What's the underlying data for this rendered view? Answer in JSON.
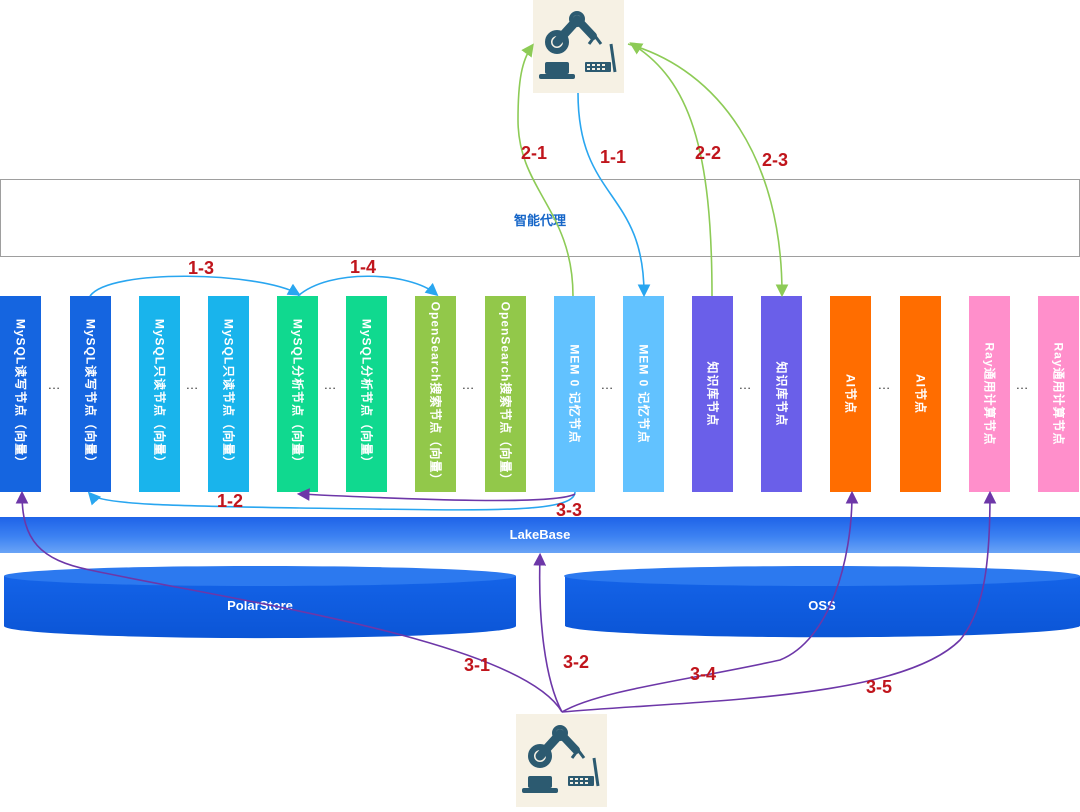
{
  "agent": {
    "label": "智能代理"
  },
  "nodes": [
    {
      "label": "MySQL读写节点（向量）",
      "color": "#1565e0"
    },
    {
      "label": "MySQL读写节点（向量）",
      "color": "#1565e0"
    },
    {
      "label": "MySQL只读节点（向量）",
      "color": "#19b4ec"
    },
    {
      "label": "MySQL只读节点（向量）",
      "color": "#19b4ec"
    },
    {
      "label": "MySQL分析节点（向量）",
      "color": "#10d98f"
    },
    {
      "label": "MySQL分析节点（向量）",
      "color": "#10d98f"
    },
    {
      "label": "OpenSearch搜索节点（向量）",
      "color": "#92c84a"
    },
    {
      "label": "OpenSearch搜索节点（向量）",
      "color": "#92c84a"
    },
    {
      "label": "MEM 0 记忆节点",
      "color": "#62c2ff"
    },
    {
      "label": "MEM 0 记忆节点",
      "color": "#62c2ff"
    },
    {
      "label": "知识库节点",
      "color": "#6a5fe9"
    },
    {
      "label": "知识库节点",
      "color": "#6a5fe9"
    },
    {
      "label": "AI节点",
      "color": "#ff6d00"
    },
    {
      "label": "AI节点",
      "color": "#ff6d00"
    },
    {
      "label": "Ray通用计算节点",
      "color": "#ff8fcb"
    },
    {
      "label": "Ray通用计算节点",
      "color": "#ff8fcb"
    }
  ],
  "ellipsis": "…",
  "lakebase": {
    "label": "LakeBase"
  },
  "storage": [
    {
      "label": "PolarStore"
    },
    {
      "label": "OSS"
    }
  ],
  "flow_labels": [
    "2-1",
    "1-1",
    "2-2",
    "2-3",
    "1-3",
    "1-4",
    "1-2",
    "3-3",
    "3-1",
    "3-2",
    "3-4",
    "3-5"
  ],
  "colors": {
    "flow_blue": "#29a6f0",
    "flow_green": "#8dcb56",
    "flow_purple": "#6d37a8",
    "flow_label": "#c0151c"
  },
  "icons": [
    "robot-arm-icon",
    "robot-arm-icon"
  ]
}
